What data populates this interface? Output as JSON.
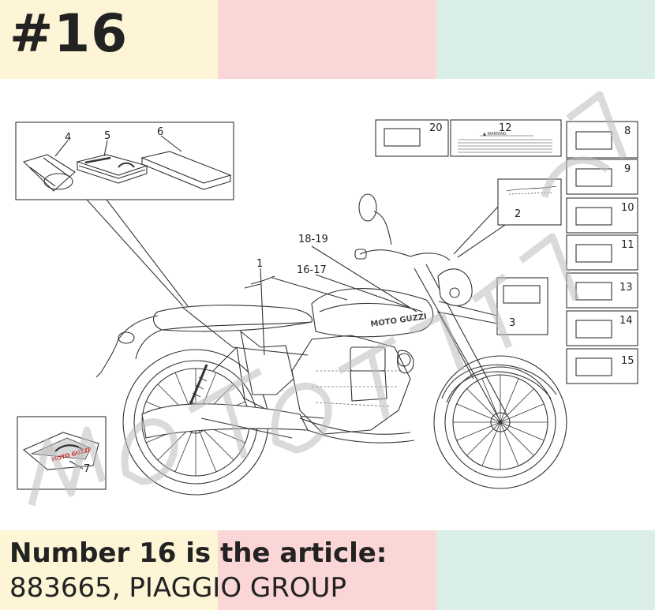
{
  "header": {
    "number": "#16"
  },
  "colors": {
    "yellow": "#fdf5d6",
    "pink": "#fbd6d6",
    "mint": "#d9efe8",
    "line": "#333333",
    "watermark": "#bdbdbd"
  },
  "diagram": {
    "callouts": {
      "c1": "1",
      "c2": "2",
      "c3": "3",
      "c4": "4",
      "c5": "5",
      "c6": "6",
      "c7": "7",
      "c8": "8",
      "c9": "9",
      "c10": "10",
      "c11": "11",
      "c12": "12",
      "c13": "13",
      "c14": "14",
      "c15": "15",
      "c16_17": "16-17",
      "c18_19": "18-19",
      "c20": "20"
    },
    "tank_logo": "MOTO GUZZI",
    "sticker_logo": "MOTO GUZZI"
  },
  "footer": {
    "line1": "Number 16 is the article:",
    "line2": "883665, PIAGGIO GROUP"
  }
}
